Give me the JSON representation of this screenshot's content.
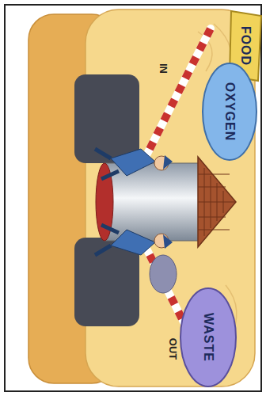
{
  "diagram": {
    "nodes": [
      {
        "text": [
          "FOOD"
        ]
      },
      {
        "text": [
          "OXYGEN"
        ]
      },
      {
        "text": [
          "WASTE"
        ]
      }
    ],
    "labels": [
      "IN",
      "OUT"
    ]
  }
}
